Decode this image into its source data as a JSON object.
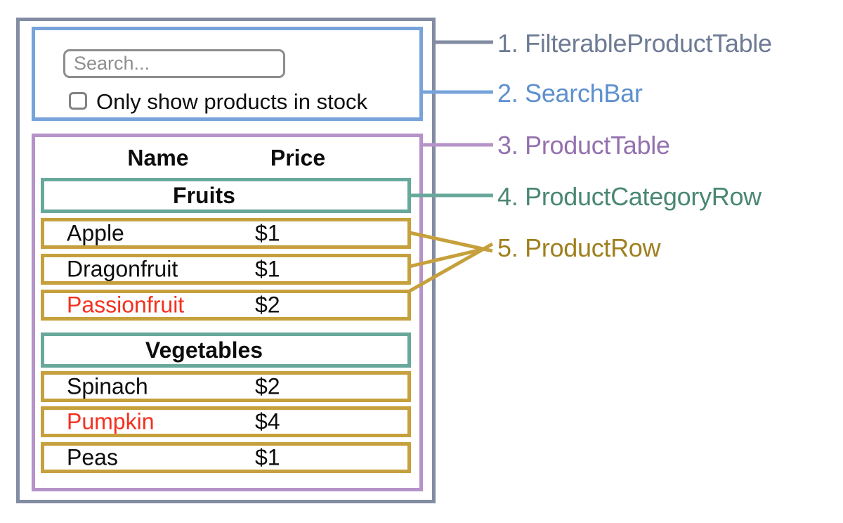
{
  "search": {
    "placeholder": "Search...",
    "checkbox_label": "Only show products in stock",
    "checkbox_checked": false
  },
  "table": {
    "columns": {
      "name": "Name",
      "price": "Price"
    },
    "sections": [
      {
        "category": "Fruits",
        "rows": [
          {
            "name": "Apple",
            "price": "$1",
            "name_color": "#0d0d0d"
          },
          {
            "name": "Dragonfruit",
            "price": "$1",
            "name_color": "#0d0d0d"
          },
          {
            "name": "Passionfruit",
            "price": "$2",
            "name_color": "#f4301f"
          }
        ]
      },
      {
        "category": "Vegetables",
        "rows": [
          {
            "name": "Spinach",
            "price": "$2",
            "name_color": "#0d0d0d"
          },
          {
            "name": "Pumpkin",
            "price": "$4",
            "name_color": "#f4301f"
          },
          {
            "name": "Peas",
            "price": "$1",
            "name_color": "#0d0d0d"
          }
        ]
      }
    ]
  },
  "legend": {
    "items": [
      {
        "text": "1. FilterableProductTable",
        "color": "#6d7b94"
      },
      {
        "text": "2. SearchBar",
        "color": "#5d90ce"
      },
      {
        "text": "3. ProductTable",
        "color": "#9471ae"
      },
      {
        "text": "4. ProductCategoryRow",
        "color": "#4a8773"
      },
      {
        "text": "5. ProductRow",
        "color": "#9f7f1e"
      }
    ]
  },
  "colors": {
    "outline_slate": "#828ca2",
    "searchbar_blue": "#78a3da",
    "table_purple": "#b593c8",
    "category_teal": "#68a89b",
    "row_gold": "#c5a03c",
    "out_of_stock_red": "#f4301f"
  }
}
